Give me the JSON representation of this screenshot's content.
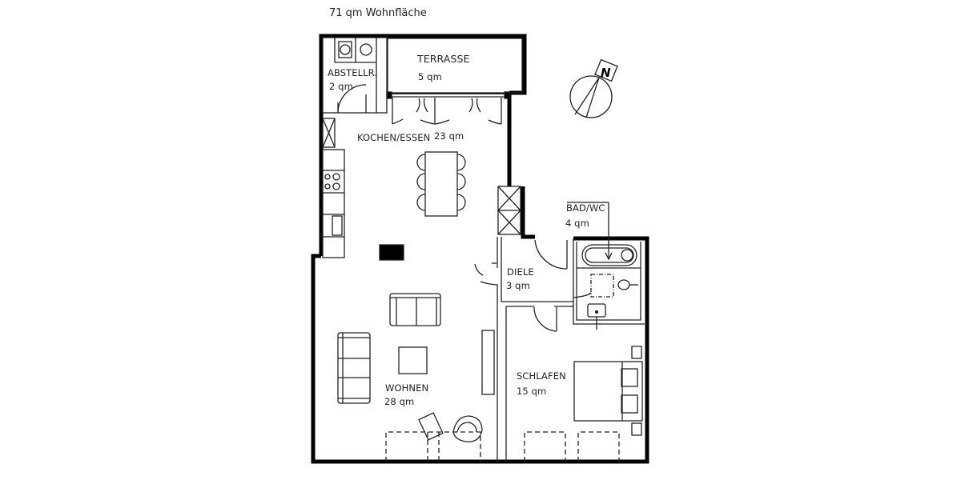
{
  "plan": {
    "title": "71 qm Wohnfläche",
    "total_area": "71 qm",
    "compass": {
      "label": "N",
      "icon": "north-arrow-icon"
    },
    "rooms": [
      {
        "id": "abstellraum",
        "name": "ABSTELLR.",
        "area": "2 qm"
      },
      {
        "id": "terrasse",
        "name": "TERRASSE",
        "area": "5 qm"
      },
      {
        "id": "kochen_essen",
        "name": "KOCHEN/ESSEN",
        "area": "23 qm"
      },
      {
        "id": "bad_wc",
        "name": "BAD/WC",
        "area": "4 qm"
      },
      {
        "id": "diele",
        "name": "DIELE",
        "area": "3 qm"
      },
      {
        "id": "wohnen",
        "name": "WOHNEN",
        "area": "28 qm"
      },
      {
        "id": "schlafen",
        "name": "SCHLAFEN",
        "area": "15 qm"
      }
    ],
    "furniture": [
      "washing-machine",
      "dryer",
      "dining-table",
      "dining-chairs",
      "kitchen-counter",
      "stove",
      "sink",
      "sofa",
      "armchair-sofa",
      "coffee-table",
      "tv-board",
      "desk",
      "desk-chair",
      "swivel-chair",
      "bathtub",
      "toilet",
      "washbasin",
      "shower-area",
      "double-bed",
      "nightstands",
      "wardrobe"
    ],
    "colors": {
      "wall": "#000000",
      "line": "#222222",
      "background": "#ffffff"
    }
  }
}
